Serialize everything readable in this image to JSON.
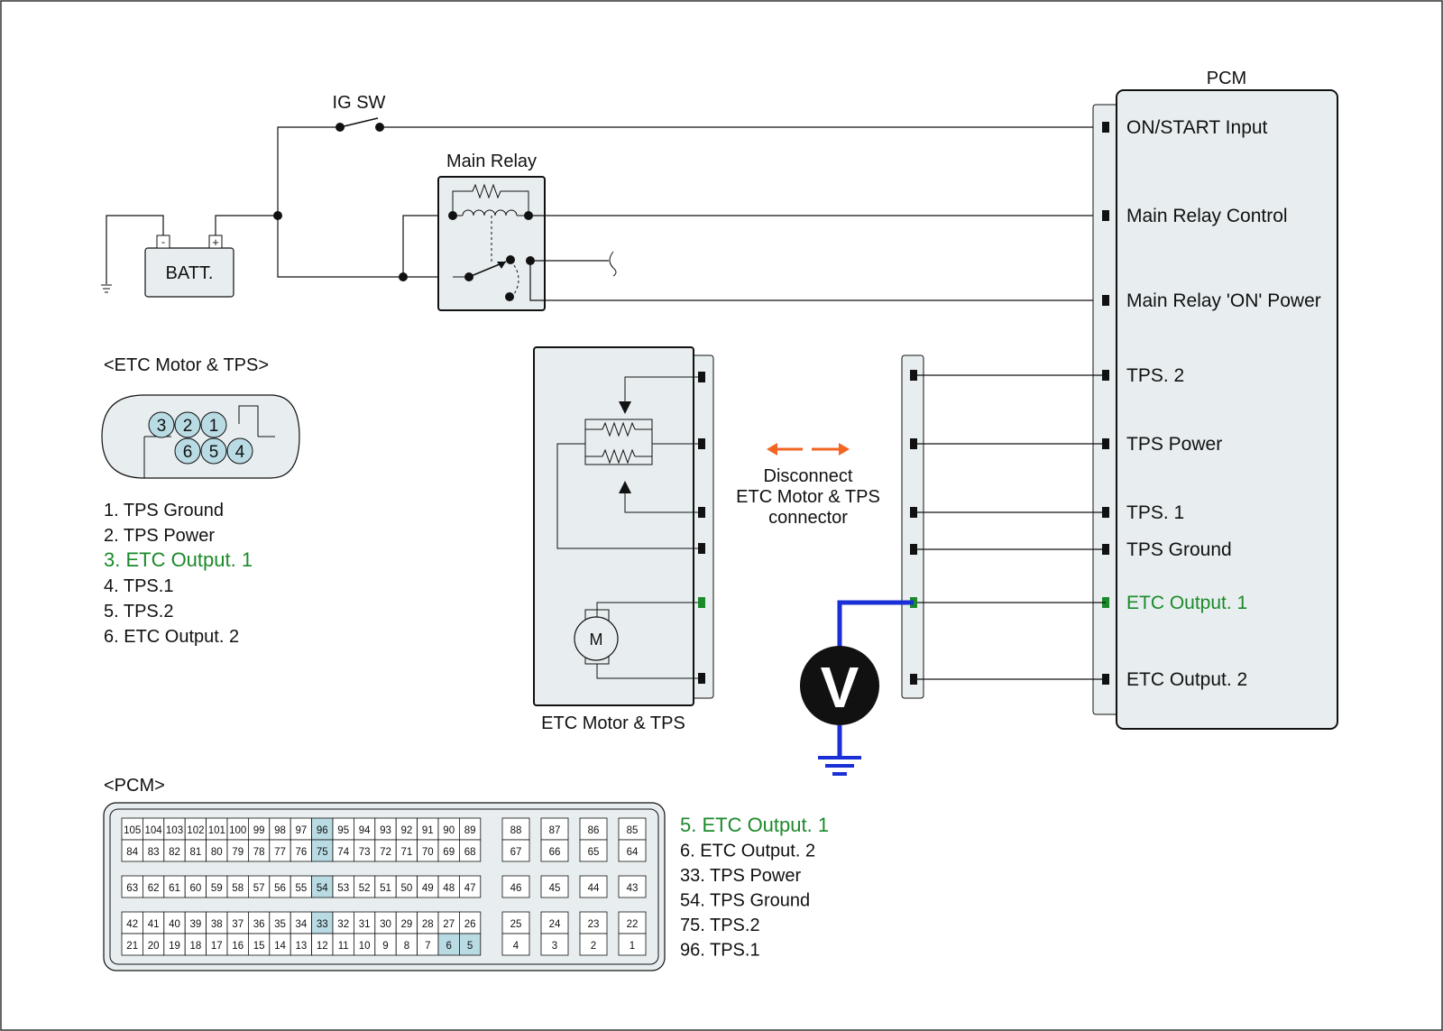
{
  "colors": {
    "highlight_text": "#1a8a2a",
    "probe_wire": "#1a2fd6",
    "arrow": "#f26522",
    "pin_highlight": "#b9dbe4",
    "panel_fill": "#e8eef0"
  },
  "labels": {
    "ig_sw": "IG SW",
    "main_relay": "Main Relay",
    "batt": "BATT.",
    "batt_minus": "-",
    "batt_plus": "+",
    "pcm": "PCM",
    "etc_motor_tps_title": "<ETC Motor & TPS>",
    "etc_component": "ETC Motor & TPS",
    "motor": "M",
    "voltmeter": "V",
    "pcm_connector_title": "<PCM>"
  },
  "disconnect_note": [
    "Disconnect",
    "ETC Motor & TPS",
    "connector"
  ],
  "pcm_pins": [
    {
      "label": "ON/START Input",
      "highlight": false
    },
    {
      "label": "Main Relay Control",
      "highlight": false
    },
    {
      "label": "Main Relay 'ON' Power",
      "highlight": false
    },
    {
      "label": "TPS. 2",
      "highlight": false
    },
    {
      "label": "TPS Power",
      "highlight": false
    },
    {
      "label": "TPS. 1",
      "highlight": false
    },
    {
      "label": "TPS Ground",
      "highlight": false
    },
    {
      "label": "ETC Output. 1",
      "highlight": true
    },
    {
      "label": "ETC Output. 2",
      "highlight": false
    }
  ],
  "etc_connector_pins": [
    "3",
    "2",
    "1",
    "6",
    "5",
    "4"
  ],
  "etc_pin_list": [
    {
      "text": "1. TPS Ground",
      "highlight": false
    },
    {
      "text": "2. TPS Power",
      "highlight": false
    },
    {
      "text": "3. ETC Output. 1",
      "highlight": true
    },
    {
      "text": "4. TPS.1",
      "highlight": false
    },
    {
      "text": "5. TPS.2",
      "highlight": false
    },
    {
      "text": "6. ETC Output. 2",
      "highlight": false
    }
  ],
  "pcm_connector": {
    "rows": [
      {
        "main": [
          "105",
          "104",
          "103",
          "102",
          "101",
          "100",
          "99",
          "98",
          "97",
          "96",
          "95",
          "94",
          "93",
          "92",
          "91",
          "90",
          "89"
        ],
        "side": [
          "88",
          "87",
          "86",
          "85"
        ]
      },
      {
        "main": [
          "84",
          "83",
          "82",
          "81",
          "80",
          "79",
          "78",
          "77",
          "76",
          "75",
          "74",
          "73",
          "72",
          "71",
          "70",
          "69",
          "68"
        ],
        "side": [
          "67",
          "66",
          "65",
          "64"
        ]
      },
      {
        "main": [
          "63",
          "62",
          "61",
          "60",
          "59",
          "58",
          "57",
          "56",
          "55",
          "54",
          "53",
          "52",
          "51",
          "50",
          "49",
          "48",
          "47"
        ],
        "side": [
          "46",
          "45",
          "44",
          "43"
        ]
      },
      {
        "main": [
          "42",
          "41",
          "40",
          "39",
          "38",
          "37",
          "36",
          "35",
          "34",
          "33",
          "32",
          "31",
          "30",
          "29",
          "28",
          "27",
          "26"
        ],
        "side": [
          "25",
          "24",
          "23",
          "22"
        ]
      },
      {
        "main": [
          "21",
          "20",
          "19",
          "18",
          "17",
          "16",
          "15",
          "14",
          "13",
          "12",
          "11",
          "10",
          "9",
          "8",
          "7",
          "6",
          "5"
        ],
        "side": [
          "4",
          "3",
          "2",
          "1"
        ]
      }
    ],
    "highlighted": [
      "96",
      "75",
      "54",
      "33",
      "6",
      "5"
    ]
  },
  "pcm_pin_list": [
    {
      "text": "5. ETC Output. 1",
      "highlight": true
    },
    {
      "text": "6. ETC Output. 2",
      "highlight": false
    },
    {
      "text": "33. TPS Power",
      "highlight": false
    },
    {
      "text": "54. TPS Ground",
      "highlight": false
    },
    {
      "text": "75. TPS.2",
      "highlight": false
    },
    {
      "text": "96. TPS.1",
      "highlight": false
    }
  ]
}
